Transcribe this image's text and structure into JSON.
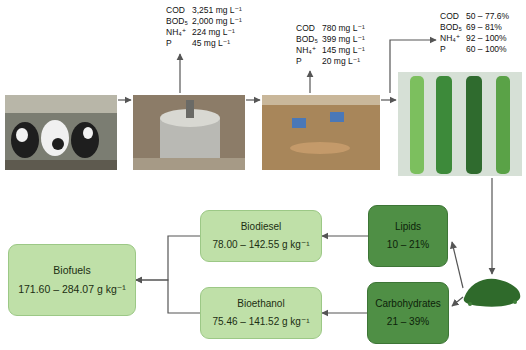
{
  "diagram": {
    "nodes": [
      {
        "text": [
          "Lipids",
          "10 – 21%"
        ]
      },
      {
        "text": [
          "Carbohydrates",
          "21 – 39%"
        ]
      },
      {
        "text": [
          "Biodiesel",
          "78.00 – 142.55 g kg⁻¹"
        ]
      },
      {
        "text": [
          "Bioethanol",
          "75.46 – 141.52 g kg⁻¹"
        ]
      },
      {
        "text": [
          "Biofuels",
          "171.60 – 284.07 g kg⁻¹"
        ]
      }
    ],
    "edges": [
      {
        "from": 0,
        "to": 2,
        "arrow": "to"
      },
      {
        "from": 1,
        "to": 3,
        "arrow": "to"
      },
      {
        "from": 2,
        "to": 4,
        "arrow": "to"
      },
      {
        "from": 3,
        "to": 4,
        "arrow": "to"
      }
    ],
    "labels": [
      "COD",
      "3,251 mg L⁻¹",
      "BOD₅",
      "2,000 mg L⁻¹",
      "NH₄⁺",
      "224 mg L⁻¹",
      "P",
      "45 mg L⁻¹",
      "COD",
      "780 mg L⁻¹",
      "BOD₅",
      "399 mg L⁻¹",
      "NH₄⁺",
      "145 mg L⁻¹",
      "P",
      "20 mg L⁻¹",
      "COD",
      "50 – 77.6%",
      "BOD₅",
      "69 – 81%",
      "NH₄⁺",
      "92 – 100%",
      "P",
      "60 – 100%"
    ]
  }
}
